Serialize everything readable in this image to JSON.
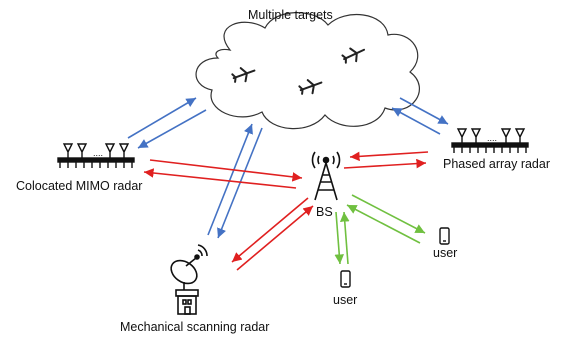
{
  "diagram": {
    "title": "Multiple targets",
    "nodes": {
      "mimo": "Colocated MIMO radar",
      "phased": "Phased array radar",
      "mechanical": "Mechanical scanning radar",
      "bs": "BS",
      "user_right": "user",
      "user_bottom": "user"
    },
    "colors": {
      "target_link": "#4472C4",
      "radar_interference": "#E02020",
      "comm_link": "#70C040",
      "ink": "#111111"
    },
    "legend_note": ""
  }
}
